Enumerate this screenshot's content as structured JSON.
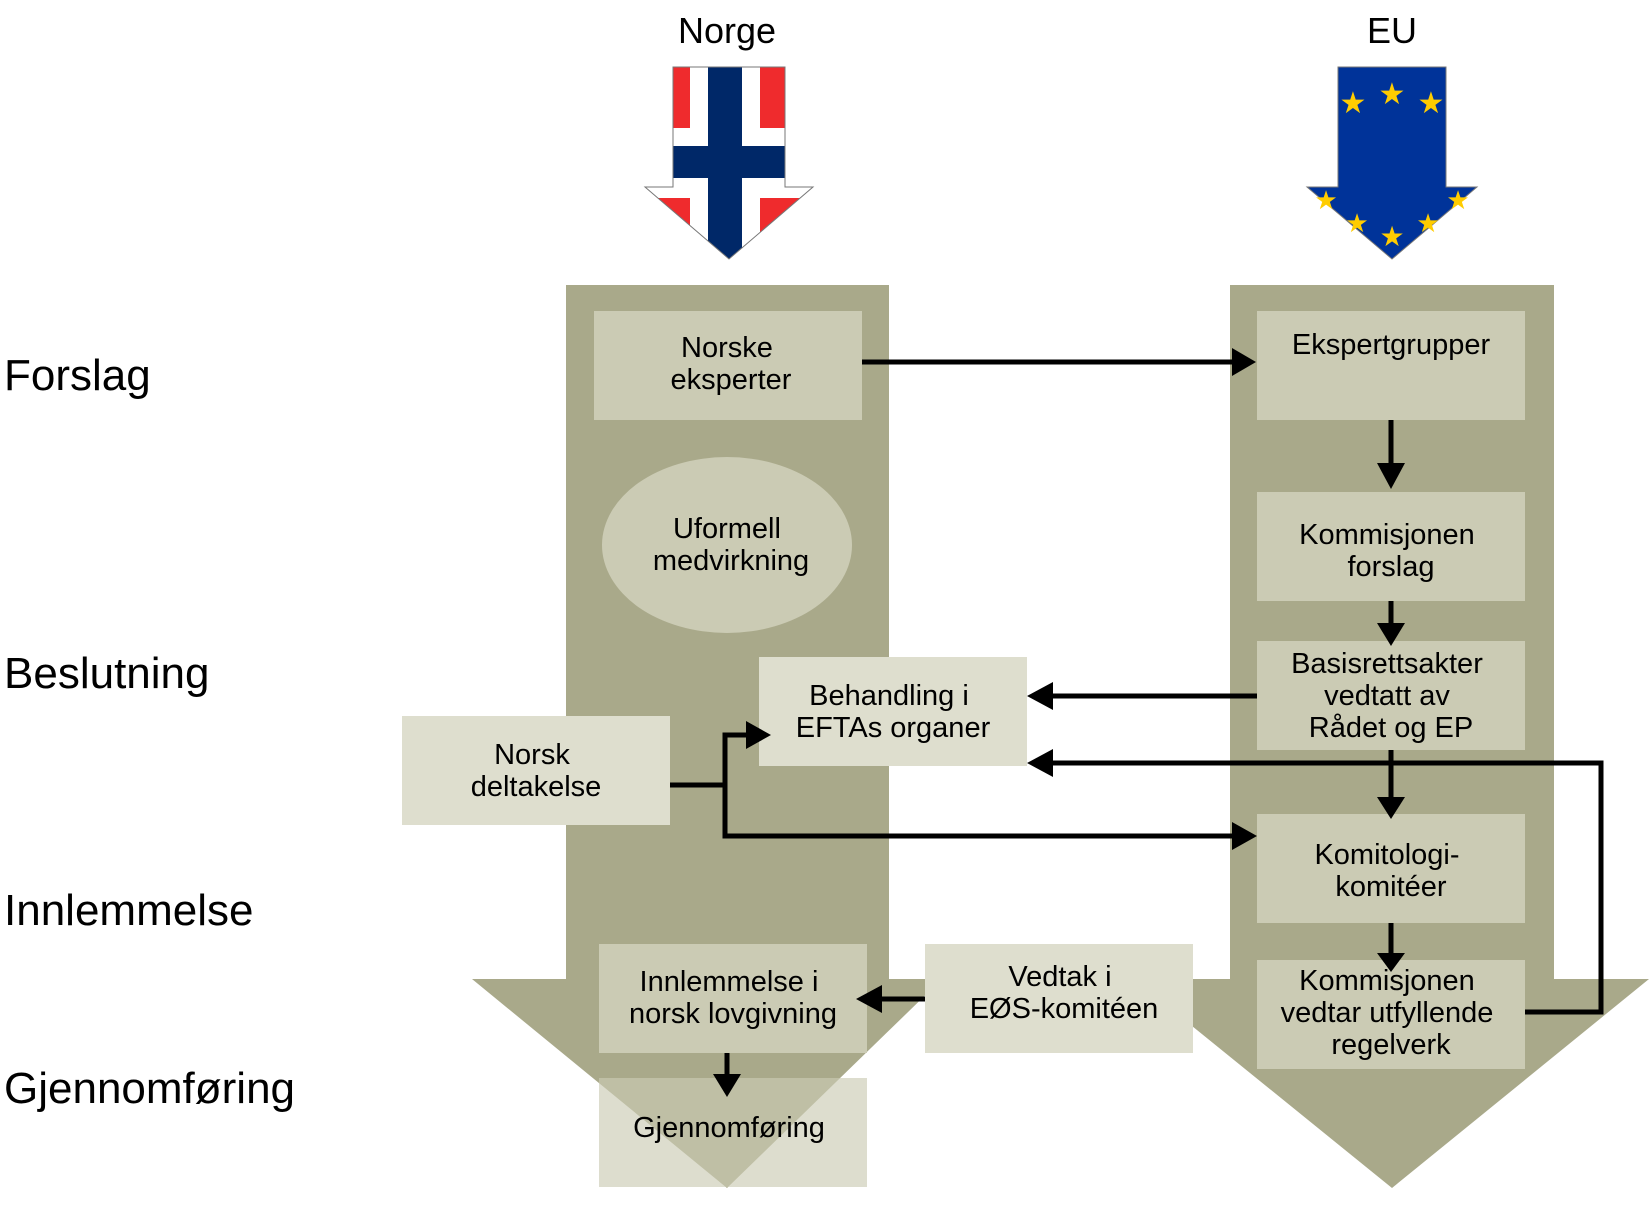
{
  "columns": {
    "norway": {
      "title": "Norge"
    },
    "eu": {
      "title": "EU"
    }
  },
  "stages": [
    "Forslag",
    "Beslutning",
    "Innlemmelse",
    "Gjennomføring"
  ],
  "boxes": {
    "norske_eksperter": [
      "Norske",
      "eksperter"
    ],
    "uformell": [
      "Uformell",
      "medvirkning"
    ],
    "behandling": [
      "Behandling i",
      "EFTAs organer"
    ],
    "norsk_deltakelse": [
      "Norsk",
      "deltakelse"
    ],
    "innlemmelse": [
      "Innlemmelse i",
      "norsk lovgivning"
    ],
    "gjennomforing": [
      "Gjennomføring"
    ],
    "vedtak": [
      "Vedtak i",
      "EØS-komitéen"
    ],
    "ekspertgrupper": [
      "Ekspertgrupper"
    ],
    "kommisjonen_forslag": [
      "Kommisjonen",
      "forslag"
    ],
    "basisrettsakter": [
      "Basisrettsakter",
      "vedtatt av",
      "Rådet og EP"
    ],
    "komitologi": [
      "Komitologi-",
      "komitéer"
    ],
    "kommisjonen_vedtar": [
      "Kommisjonen",
      "vedtar utfyllende",
      "regelverk"
    ]
  },
  "colors": {
    "column_fill": "#a9a98a",
    "box_fill": "#cbcbb4",
    "box_light_fill": "#dedece",
    "arrow": "#000000",
    "norway_red": "#ef2b2d",
    "norway_blue": "#002868",
    "eu_blue": "#003399",
    "eu_star": "#ffcc00"
  }
}
